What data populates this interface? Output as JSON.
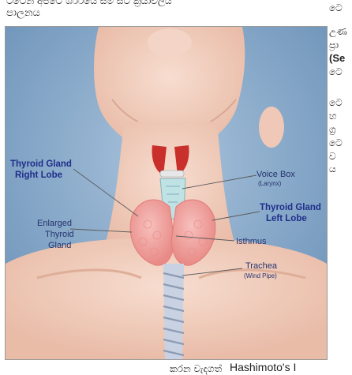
{
  "page_text": {
    "top_line_1": "ටිටෙන් අපටෙ ශරීරයෙ සම සිට ක්‍රියාවලිය",
    "top_line_2": "පාලනය",
    "right_fragments": [
      "ටෙ",
      "උණ",
      "ප්‍රා",
      "(Se",
      "ටෙ",
      "ටෙ",
      "හ",
      "ග්‍ර",
      "ටෙ",
      "ව",
      "ය"
    ],
    "bottom_left": "කරන වැදගත්",
    "bottom_right": "Hashimoto's I"
  },
  "figure": {
    "labels": {
      "thyroid_right_1": "Thyroid Gland",
      "thyroid_right_2": "Right Lobe",
      "enlarged_1": "Enlarged",
      "enlarged_2": "Thyroid",
      "enlarged_3": "Gland",
      "voice_box": "Voice Box",
      "larynx": "(Larynx)",
      "thyroid_left_1": "Thyroid Gland",
      "thyroid_left_2": "Left Lobe",
      "isthmus": "Isthmus",
      "trachea": "Trachea",
      "wind_pipe": "(Wind Pipe)"
    },
    "colors": {
      "background": "#7ea0c3",
      "skin": "#f2cfc0",
      "thyroid": "#f0a0a0",
      "muscle": "#c9302c",
      "trachea": "#c8d2e2",
      "label_text": "#24336d"
    }
  }
}
